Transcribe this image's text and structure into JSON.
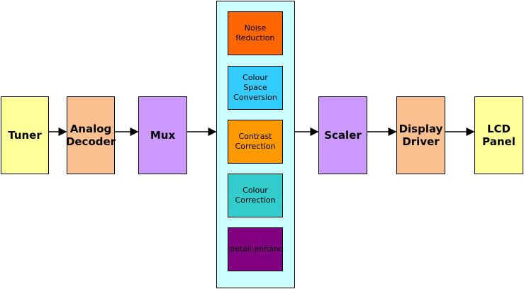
{
  "blocks": {
    "tuner": "Tuner",
    "analog_decoder": "Analog\nDecoder",
    "mux": "Mux",
    "scaler": "Scaler",
    "display_driver": "Display\nDriver",
    "lcd_panel": "LCD\nPanel"
  },
  "processing": {
    "noise_reduction": "Noise\nReduction",
    "colour_space_conversion": "Colour\nSpace\nConversion",
    "contrast_correction": "Contrast\nCorrection",
    "colour_correction": "Colour\nCorrection",
    "edge_enhancement": "Edge / detail\nenhancement"
  },
  "colors": {
    "yellow": "#ffff99",
    "peach": "#fac090",
    "lavender": "#cc99ff",
    "container": "#ccffff",
    "orange_red": "#ff6600",
    "cyan": "#33ccff",
    "orange": "#ff9900",
    "teal": "#33cccc",
    "purple": "#800080"
  }
}
